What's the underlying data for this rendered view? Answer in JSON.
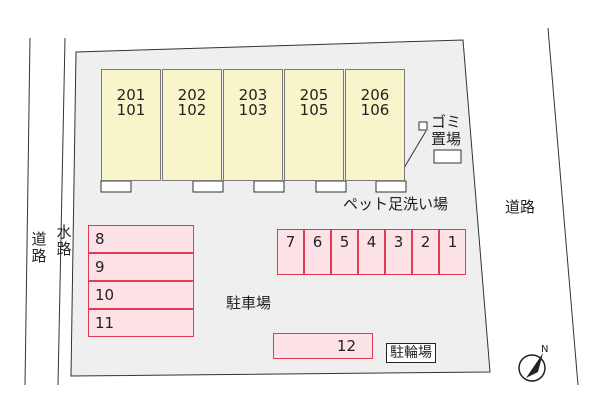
{
  "map": {
    "units": [
      {
        "upper": "201",
        "lower": "101"
      },
      {
        "upper": "202",
        "lower": "102"
      },
      {
        "upper": "203",
        "lower": "103"
      },
      {
        "upper": "205",
        "lower": "105"
      },
      {
        "upper": "206",
        "lower": "106"
      }
    ],
    "parking_left": [
      "8",
      "9",
      "10",
      "11"
    ],
    "parking_right": [
      "7",
      "6",
      "5",
      "4",
      "3",
      "2",
      "1"
    ],
    "parking_bottom": "12",
    "labels": {
      "parking_lot": "駐車場",
      "bicycle_parking": "駐輪場",
      "garbage_line1": "ゴミ",
      "garbage_line2": "置場",
      "pet_footwash": "ペット足洗い場",
      "road_left": "道路",
      "waterway": "水路",
      "road_right": "道路"
    },
    "colors": {
      "building_fill": "#f7f5c9",
      "parking_fill": "#fde3e8",
      "parking_border": "#e23b57",
      "lot_fill": "#efefef"
    },
    "icons": [
      "compass-icon"
    ]
  }
}
